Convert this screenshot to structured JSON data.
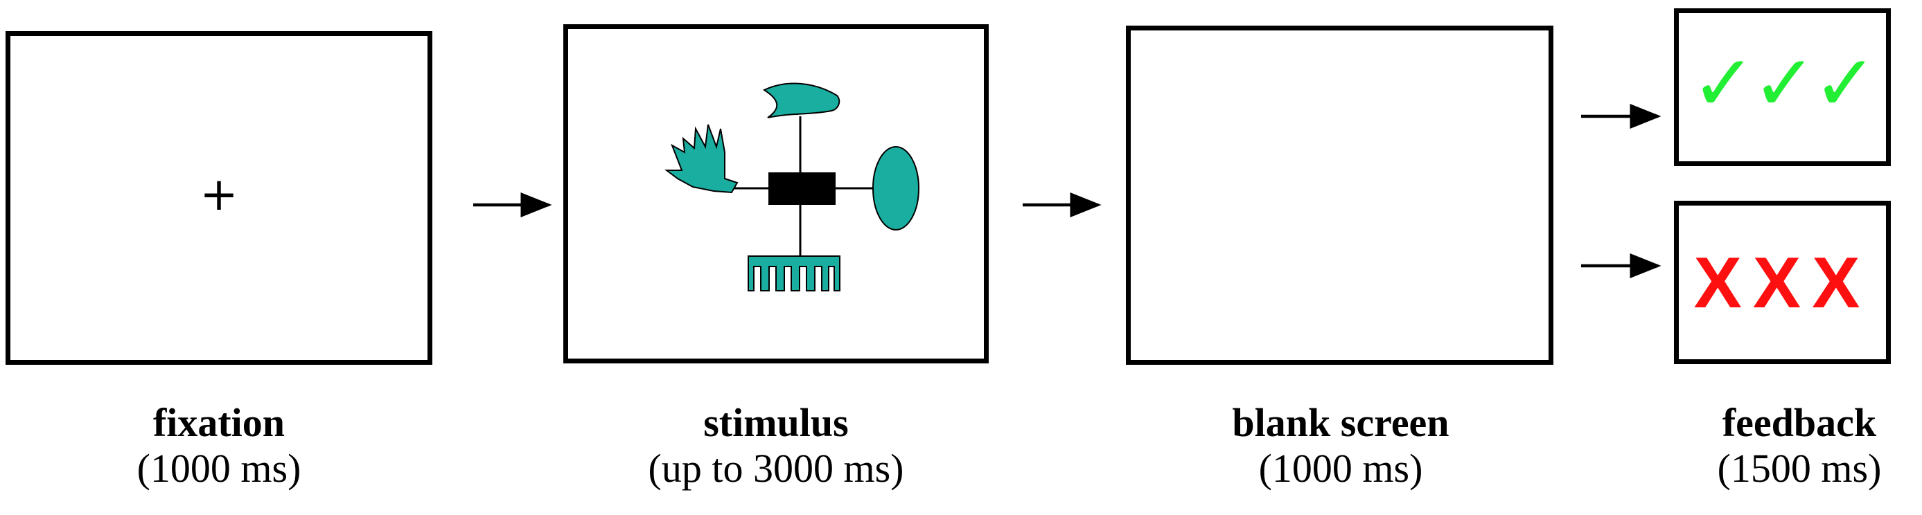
{
  "stages": [
    {
      "id": "fixation",
      "title": "fixation",
      "duration": "(1000 ms)",
      "content": "+"
    },
    {
      "id": "stimulus",
      "title": "stimulus",
      "duration": "(up to 3000 ms)"
    },
    {
      "id": "blank",
      "title": "blank screen",
      "duration": "(1000 ms)"
    },
    {
      "id": "feedback",
      "title": "feedback",
      "duration": "(1500 ms)"
    }
  ],
  "feedback": {
    "correct_marks": "✓✓✓",
    "incorrect_marks": "XXX"
  },
  "colors": {
    "stimulus": "#1aaea0",
    "correct": "#22ee33",
    "incorrect": "#ff1010",
    "frame": "#000000"
  }
}
